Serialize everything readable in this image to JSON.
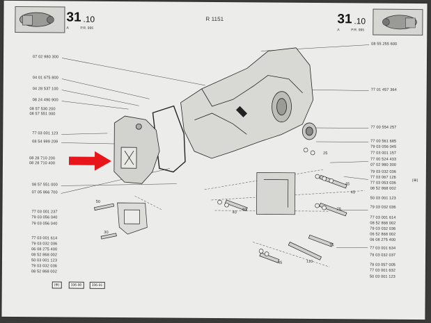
{
  "header": {
    "left_section": "31",
    "left_subsection": ".10",
    "left_a": "A",
    "left_ref": "P.R. 995",
    "center_title": "R 1151",
    "right_section": "31",
    "right_subsection": ".10",
    "right_a": "A",
    "right_ref": "P.R. 995"
  },
  "left_labels": [
    "07 02 980 300",
    "04 01 675 800",
    "04 28 537 100",
    "08 24 490 900",
    "08 57 530 200",
    "08 57 551 000",
    "77 03 001 123",
    "08 54 999 209",
    "08 28 710 200",
    "08 28 710 400",
    "08 57 551 000",
    "07 05 866 700",
    "77 03 001 237",
    "79 03 056 040",
    "79 03 056 040",
    "77 03 001 614",
    "79 03 032 036",
    "06 08 275 400",
    "08 52 868 002",
    "50 03 001 123",
    "79 03 032 036",
    "08 52 868 002"
  ],
  "right_labels": [
    "08 55 255 600",
    "77 01 457 364",
    "77 00 554 257",
    "77 00 561 685",
    "79 03 056 045",
    "77 03 001 157",
    "77 00 524 433",
    "07 02 980 300",
    "79 03 032 036",
    "77 03 067 126",
    "77 03 053 036",
    "08 52 868 002",
    "50 03 001 123",
    "79 03 032 036",
    "77 03 001 614",
    "08 52 868 002",
    "79 03 032 036",
    "06 52 868 002",
    "06 08 275 400",
    "77 03 001 634",
    "79 03 032 037",
    "79 03 057 005",
    "77 03 001 632",
    "50 03 001 123"
  ],
  "legend": {
    "symbol": "(⊕)",
    "item1": "336-90",
    "item2": "336-91"
  },
  "callouts": {
    "c1": "50",
    "c2": "30",
    "c3": "40",
    "c4": "26",
    "c5": "45",
    "c6": "75",
    "c7": "110",
    "c8": "45",
    "c9": "40",
    "c10": "45",
    "c11": "25"
  },
  "side_mark": "(⊕)",
  "colors": {
    "paper": "#ececea",
    "ink": "#333333",
    "arrow": "#e8151b"
  }
}
